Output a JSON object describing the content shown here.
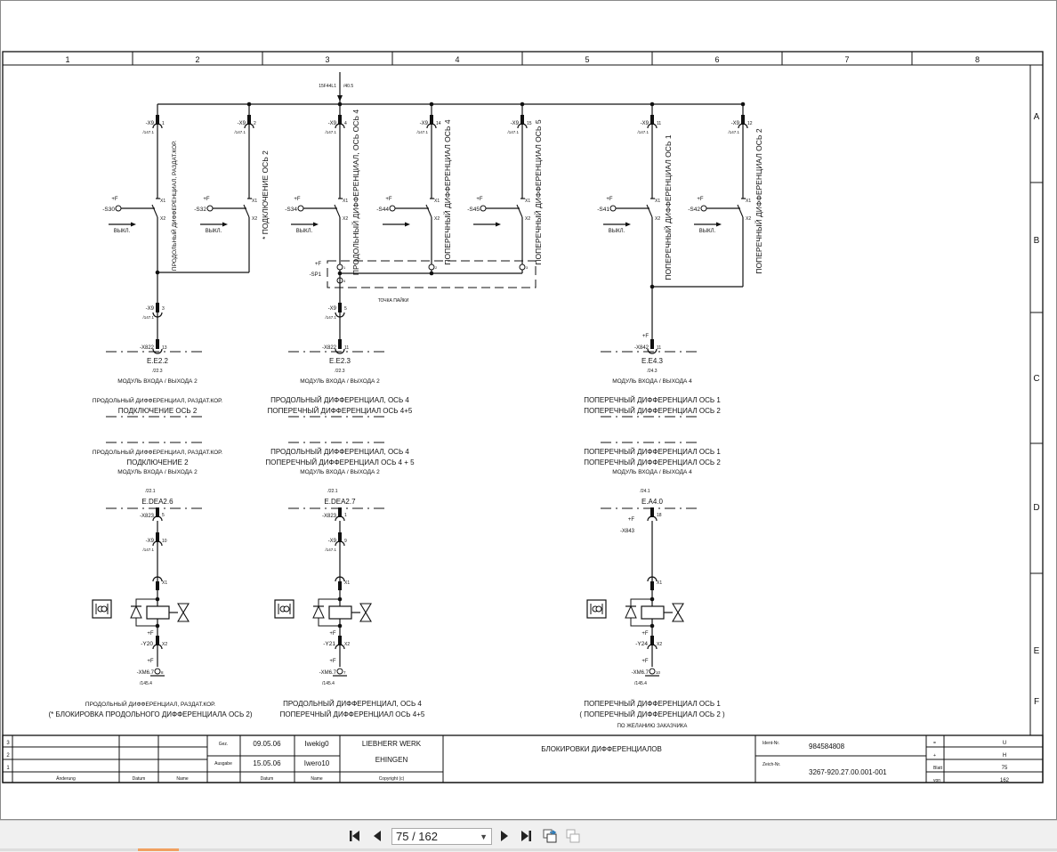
{
  "viewer": {
    "page_input": "75 / 162",
    "buttons": [
      "first-page",
      "previous-page",
      "next-page",
      "last-page",
      "sync-view",
      "copy-view"
    ]
  },
  "frame": {
    "columns": [
      "1",
      "2",
      "3",
      "4",
      "5",
      "6",
      "7",
      "8"
    ],
    "rows": [
      "A",
      "B",
      "C",
      "D",
      "E",
      "F"
    ]
  },
  "schematic": {
    "source": {
      "label": "15F44L1",
      "ref": "/40.5"
    },
    "switches": [
      {
        "conn": "-X9",
        "pin": "1",
        "ref": "/147.1",
        "plus": "+F",
        "name": "-S30",
        "c1": "X1",
        "c2": "X2",
        "action": "ВЫКЛ.",
        "vlabel": "ПРОДОЛЬНЫЙ ДИФФЕРЕНЦИАЛ, РАЗДАТ.КОР."
      },
      {
        "conn": "-X9",
        "pin": "2",
        "ref": "/147.1",
        "plus": "+F",
        "name": "-S32",
        "c1": "X1",
        "c2": "X2",
        "action": "ВЫКЛ.",
        "vlabel": "* ПОДКЛЮЧЕНИЕ ОСЬ 2"
      },
      {
        "conn": "-X9",
        "pin": "4",
        "ref": "/147.1",
        "plus": "+F",
        "name": "-S34",
        "c1": "X1",
        "c2": "X2",
        "action": "ВЫКЛ.",
        "vlabel": "ПРОДОЛЬНЫЙ ДИФФЕРЕНЦИАЛ, ОСЬ ОСЬ 4"
      },
      {
        "conn": "-X9",
        "pin": "14",
        "ref": "/147.1",
        "plus": "+F",
        "name": "-S44",
        "c1": "X1",
        "c2": "X2",
        "action": "",
        "vlabel": "ПОПЕРЕЧНЫЙ ДИФФЕРЕНЦИАЛ ОСЬ 4"
      },
      {
        "conn": "-X9",
        "pin": "15",
        "ref": "/147.1",
        "plus": "+F",
        "name": "-S45",
        "c1": "X1",
        "c2": "X2",
        "action": "",
        "vlabel": "ПОПЕРЕЧНЫЙ ДИФФЕРЕНЦИАЛ ОСЬ 5"
      },
      {
        "conn": "-X9",
        "pin": "11",
        "ref": "/147.1",
        "plus": "+F",
        "name": "-S41",
        "c1": "X1",
        "c2": "X2",
        "action": "ВЫКЛ.",
        "vlabel": "ПОПЕРЕЧНЫЙ ДИФФЕРЕНЦИАЛ ОСЬ 1"
      },
      {
        "conn": "-X9",
        "pin": "12",
        "ref": "/147.1",
        "plus": "+F",
        "name": "-S42",
        "c1": "X1",
        "c2": "X2",
        "action": "ВЫКЛ.",
        "vlabel": "ПОПЕРЕЧНЫЙ ДИФФЕРЕНЦИАЛ ОСЬ 2"
      }
    ],
    "sp1": {
      "plus": "+F",
      "name": "-SP1",
      "pins": [
        "1",
        "2",
        "3",
        "4"
      ],
      "caption": "ТОЧКА ПАЙКИ"
    },
    "groups": [
      {
        "mid_conn": {
          "name": "-X9",
          "pin": "3",
          "ref": "/147.1"
        },
        "input": {
          "plus": "",
          "name": "-X822",
          "pin": "13",
          "module": "E.E2.2",
          "ref": "/22.3",
          "desc": "МОДУЛЬ ВХОДА / ВЫХОДА 2"
        },
        "in_text": [
          "ПРОДОЛЬНЫЙ ДИФФЕРЕНЦИАЛ, РАЗДАТ.КОР.",
          "ПОДКЛЮЧЕНИЕ ОСЬ 2"
        ],
        "out_text": [
          "ПРОДОЛЬНЫЙ ДИФФЕРЕНЦИАЛ, РАЗДАТ.КОР.",
          "ПОДКЛЮЧЕНИЕ 2",
          "МОДУЛЬ ВХОДА / ВЫХОДА 2"
        ],
        "output": {
          "ref": "/22.1",
          "module": "E.DEA2.6",
          "plus": "",
          "name": "-X823",
          "pin": "5"
        },
        "out_conn": {
          "name": "-X9",
          "pin": "10",
          "ref": "/147.1"
        },
        "valve": {
          "x1": "X1",
          "plus": "+F",
          "name": "-Y20",
          "x2": "X2",
          "plus2": "+F",
          "gnd": "-XM6.7",
          "gpin": "8",
          "gref": "/145.4"
        },
        "captions": [
          "ПРОДОЛЬНЫЙ ДИФФЕРЕНЦИАЛ, РАЗДАТ.КОР.",
          "(* БЛОКИРОВКА ПРОДОЛЬНОГО ДИФФЕРЕНЦИАЛА ОСЬ 2)"
        ]
      },
      {
        "mid_conn": {
          "name": "-X9",
          "pin": "5",
          "ref": "/147.1"
        },
        "input": {
          "plus": "",
          "name": "-X822",
          "pin": "11",
          "module": "E.E2.3",
          "ref": "/22.3",
          "desc": "МОДУЛЬ ВХОДА / ВЫХОДА 2"
        },
        "in_text": [
          "ПРОДОЛЬНЫЙ ДИФФЕРЕНЦИАЛ, ОСЬ 4",
          "ПОПЕРЕЧНЫЙ ДИФФЕРЕНЦИАЛ ОСЬ 4+5"
        ],
        "out_text": [
          "ПРОДОЛЬНЫЙ ДИФФЕРЕНЦИАЛ, ОСЬ 4",
          "ПОПЕРЕЧНЫЙ ДИФФЕРЕНЦИАЛ ОСЬ 4 + 5",
          "МОДУЛЬ ВХОДА / ВЫХОДА 2"
        ],
        "output": {
          "ref": "/22.1",
          "module": "E.DEA2.7",
          "plus": "",
          "name": "-X823",
          "pin": "1"
        },
        "out_conn": {
          "name": "-X9",
          "pin": "9",
          "ref": "/147.1"
        },
        "valve": {
          "x1": "X1",
          "plus": "+F",
          "name": "-Y21",
          "x2": "X2",
          "plus2": "+F",
          "gnd": "-XM6.7",
          "gpin": "7",
          "gref": "/145.4"
        },
        "captions": [
          "ПРОДОЛЬНЫЙ ДИФФЕРЕНЦИАЛ, ОСЬ 4",
          "ПОПЕРЕЧНЫЙ ДИФФЕРЕНЦИАЛ ОСЬ 4+5"
        ]
      },
      {
        "input": {
          "plus": "+F",
          "name": "-X842",
          "pin": "11",
          "module": "E.E4.3",
          "ref": "/24.3",
          "desc": "МОДУЛЬ ВХОДА / ВЫХОДА  4"
        },
        "in_text": [
          "ПОПЕРЕЧНЫЙ ДИФФЕРЕНЦИАЛ ОСЬ 1",
          "ПОПЕРЕЧНЫЙ ДИФФЕРЕНЦИАЛ ОСЬ 2"
        ],
        "out_text": [
          "ПОПЕРЕЧНЫЙ ДИФФЕРЕНЦИАЛ ОСЬ 1",
          "ПОПЕРЕЧНЫЙ ДИФФЕРЕНЦИАЛ ОСЬ 2",
          "МОДУЛЬ ВХОДА / ВЫХОДА  4"
        ],
        "output": {
          "ref": "/24.1",
          "module": "E.A4.0",
          "plus": "+F",
          "name": "-X843",
          "pin": "18"
        },
        "valve": {
          "x1": "X1",
          "plus": "+F",
          "name": "-Y24",
          "x2": "X2",
          "plus2": "+F",
          "gnd": "-XM6.7",
          "gpin": "10",
          "gref": "/145.4"
        },
        "captions": [
          "ПОПЕРЕЧНЫЙ ДИФФЕРЕНЦИАЛ ОСЬ 1",
          "( ПОПЕРЕЧНЫЙ ДИФФЕРЕНЦИАЛ ОСЬ 2 )",
          "ПО ЖЕЛАНИЮ ЗАКАЗЧИКА"
        ]
      }
    ]
  },
  "title_block": {
    "rev_rows": [
      "3",
      "2",
      "1"
    ],
    "rev_headers": [
      "Änderung",
      "Datum",
      "Name"
    ],
    "gez_label": "Gez.",
    "ausgabe_label": "Ausgabe",
    "gez_date": "09.05.06",
    "gez_name": "Iwekig0",
    "ausgabe_date": "15.05.06",
    "ausgabe_name": "Iwero10",
    "sub_headers": [
      "Datum",
      "Name"
    ],
    "company_line1": "LIEBHERR WERK",
    "company_line2": "EHINGEN",
    "copyright": "Copyright (c)",
    "title": "БЛОКИРОВКИ ДИФФЕРЕНЦИАЛОВ",
    "ident_label": "Ident-Nr.",
    "ident_value": "984584808",
    "drawing_label": "Zeich-Nr.",
    "drawing_value": "3267-920.27.00.001-001",
    "meta": [
      {
        "label": "=",
        "value": "U"
      },
      {
        "label": "+",
        "value": "H"
      },
      {
        "label": "Blatt",
        "value": "75"
      },
      {
        "label": "von",
        "value": "162"
      }
    ]
  }
}
